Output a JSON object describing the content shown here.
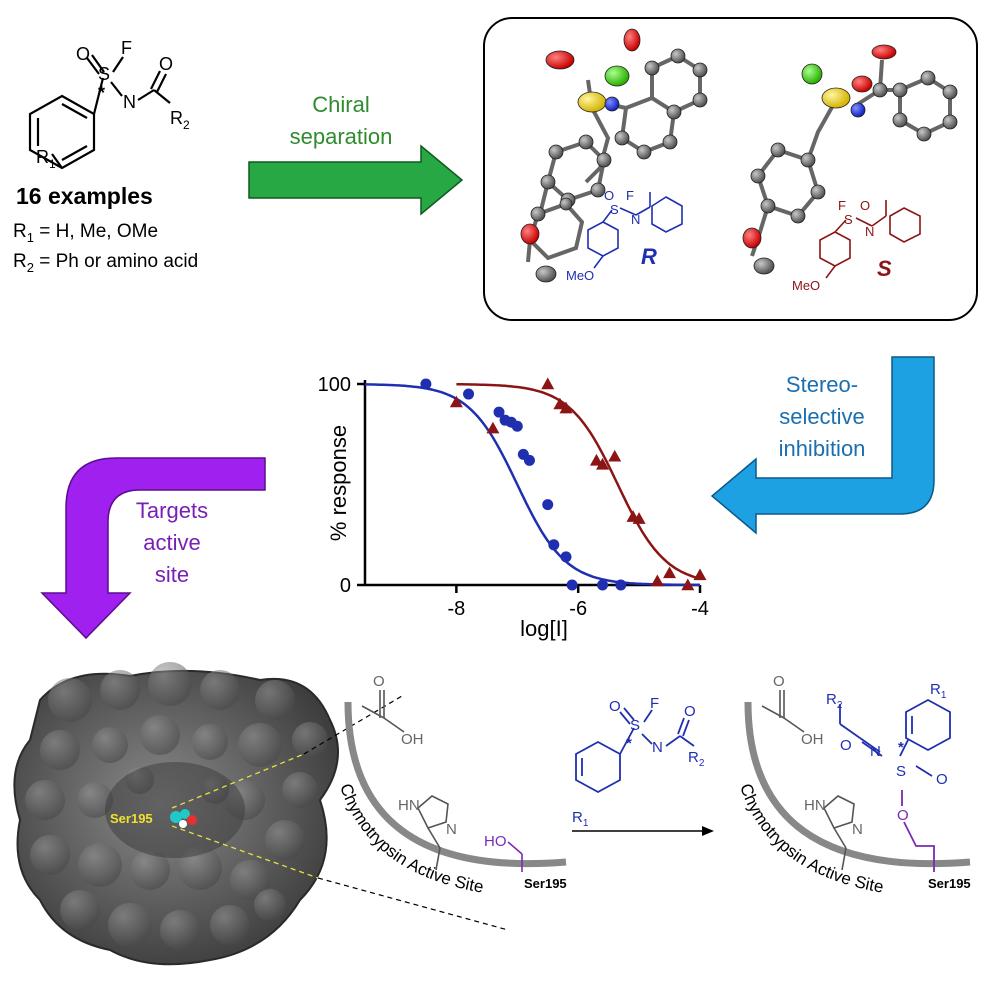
{
  "compound": {
    "atom_O": "O",
    "atom_S": "S",
    "atom_F": "F",
    "atom_N": "N",
    "atom_O2": "O",
    "star": "*",
    "r1": "R",
    "r1_sub": "1",
    "r2": "R",
    "r2_sub": "2",
    "examples": "16 examples",
    "r1_def_a": "R",
    "r1_def_sub": "1",
    "r1_def_b": " = H, Me, OMe",
    "r2_def_a": "R",
    "r2_def_sub": "2",
    "r2_def_b": " = Ph or amino acid"
  },
  "arrows": {
    "chiral_line1": "Chiral",
    "chiral_line2": "separation",
    "stereo_line1": "Stereo-",
    "stereo_line2": "selective",
    "stereo_line3": "inhibition",
    "targets_line1": "Targets",
    "targets_line2": "active",
    "targets_line3": "site"
  },
  "crystal": {
    "r_label": "R",
    "s_label": "S",
    "meo_r": "MeO",
    "meo_s": "MeO",
    "atom_o": "O",
    "atom_s": "S",
    "atom_f": "F",
    "atom_n": "N"
  },
  "chart_data": {
    "type": "scatter",
    "xlabel": "log[I]",
    "ylabel": "% response",
    "xlim": [
      -9.5,
      -4
    ],
    "ylim": [
      0,
      100
    ],
    "xticks": [
      "-8",
      "-6",
      "-4"
    ],
    "yticks": [
      "0",
      "100"
    ],
    "colors": {
      "blue": "#1f2fb0",
      "red": "#8b1414"
    },
    "series": [
      {
        "marker": "circle",
        "color": "#1f2fb0",
        "logIC50": -7.0,
        "hill": 1.1,
        "points": [
          [
            -8.5,
            100
          ],
          [
            -7.8,
            95
          ],
          [
            -7.3,
            86
          ],
          [
            -7.2,
            82
          ],
          [
            -7.1,
            81
          ],
          [
            -7.0,
            79
          ],
          [
            -6.9,
            65
          ],
          [
            -6.8,
            62
          ],
          [
            -6.5,
            40
          ],
          [
            -6.4,
            20
          ],
          [
            -6.2,
            14
          ],
          [
            -6.1,
            0
          ],
          [
            -5.6,
            0
          ],
          [
            -5.3,
            0
          ]
        ]
      },
      {
        "marker": "triangle",
        "color": "#8b1414",
        "logIC50": -5.35,
        "hill": 1.1,
        "points": [
          [
            -8.0,
            91
          ],
          [
            -7.4,
            78
          ],
          [
            -6.5,
            100
          ],
          [
            -6.3,
            90
          ],
          [
            -6.2,
            88
          ],
          [
            -5.7,
            62
          ],
          [
            -5.6,
            60
          ],
          [
            -5.4,
            64
          ],
          [
            -5.1,
            34
          ],
          [
            -5.0,
            33
          ],
          [
            -4.7,
            2
          ],
          [
            -4.5,
            6
          ],
          [
            -4.2,
            0
          ],
          [
            -4.0,
            5
          ]
        ]
      }
    ]
  },
  "mechanism": {
    "ser195_left": "Ser195",
    "oh": "OH",
    "o_acid": "O",
    "hn": "HN",
    "n_ring": "N",
    "ho": "HO",
    "ser195_mid": "Ser195",
    "active_site_text": "Chymotrypsin Active Site",
    "reagent_o": "O",
    "reagent_s": "S",
    "reagent_f": "F",
    "reagent_n": "N",
    "reagent_o2": "O",
    "reagent_r1": "R",
    "reagent_r1_sub": "1",
    "reagent_r2": "R",
    "reagent_r2_sub": "2",
    "reagent_star": "*",
    "product_r2": "R",
    "product_r2_sub": "2",
    "product_o": "O",
    "product_n": "N",
    "product_s": "S",
    "product_o2": "O",
    "product_o_link": "O",
    "product_r1": "R",
    "product_r1_sub": "1",
    "product_star": "*",
    "ser195_right": "Ser195",
    "oh_right": "OH",
    "o_acid_right": "O",
    "hn_right": "HN",
    "n_ring_right": "N"
  }
}
